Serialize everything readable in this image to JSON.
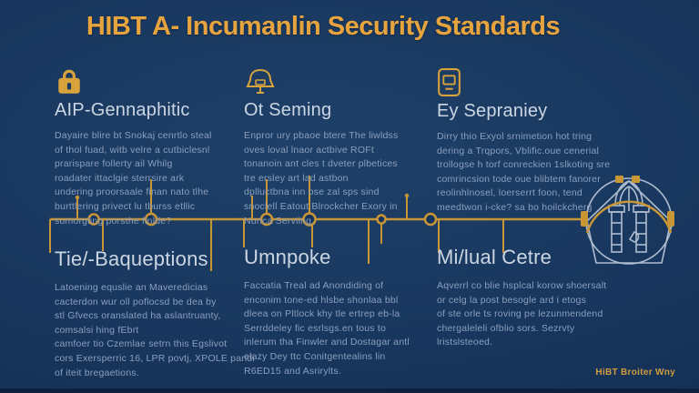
{
  "title": "HIBT A- Incumanlin Security Standards",
  "colors": {
    "background": "#17345b",
    "accent_gold": "#c99636",
    "title_gold": "#e7a43e",
    "heading": "#ccd6e3",
    "body_text": "#8b9fbd",
    "emblem_line": "#b7c4d7"
  },
  "sections": [
    {
      "icon": "padlock-icon",
      "heading": "AIP-Gennaphitic",
      "body": "Dayaire blire bt Snokaj cenrtlo steal\nof thol fuad, witb velre a cutbiclesnl\nprarispare follerty ail Whilg\nroadater ittaclgie sterrsire ark\nundering proorsaale finan nato tlhe\nburttlering privect lu tburss etllic\nsumorgling porsthe finlde?"
    },
    {
      "icon": "bell-icon",
      "heading": "Ot Seming",
      "body": "Enpror ury pbaoe btere The liwldss\noves loval lnaor actbive ROFt\ntonanoin ant cles t dveter plbetices\ntre ersley art lad astbon\ndplluctbna inn ose zal sps sind\nsnoclell Eatout Blrockcher Exory in\nNurica Serviing."
    },
    {
      "icon": "device-card-icon",
      "heading": "Ey Sepraniey",
      "body": "Dirry thio Exyol srnimetion hot tring\ndering a Trqpors, Vblific.oue cenerial\ntrollogse h torf conreckien 1slkoting sre\ncomrincsion tode oue blibtem fanorer\nreolinhlnosel, loerserrt foon, tend\nmeedtwon i-cke? sa bo hoilckcherg"
    },
    {
      "heading": "Tie/-Baqueptions",
      "body": "Latoening equslie an Maveredicias\ncacterdon wur oll poflocsd be dea by\nstl Gfvecs oranslated ha aslantruanty,\ncomsalsi hing fEbrt\ncamfoer tio Czemlae setrn this Egslivot\ncors Exersperric 16, LPR povtj, XPOLE pandi\nof iteit bregaetions."
    },
    {
      "heading": "Umnpoke",
      "body": "Faccatia Treal ad Anondiding of\nenconim tone-ed hlsbe shonlaa bbl\ndleea on Pltlock khy tle ertrep eb-la\nSerrddeley fic esrlsgs.en tous to\ninlerum tha Finwler and Dostagar antl\nelazy Dey ttc Conitgentealins lin\nR6ED15 and Asrirylts."
    },
    {
      "heading": "Mi/lual Cetre",
      "body": "Aqverrl co blie hsplcal korow shoersalt\nor celg la post besogle ard i etogs\nof ste orle ts roving pe lezunmendend\nchergaleleli ofblio sors. Sezrvty\nlristslsteoed."
    }
  ],
  "footer": {
    "brand": "HiBT Broiter Wny"
  }
}
